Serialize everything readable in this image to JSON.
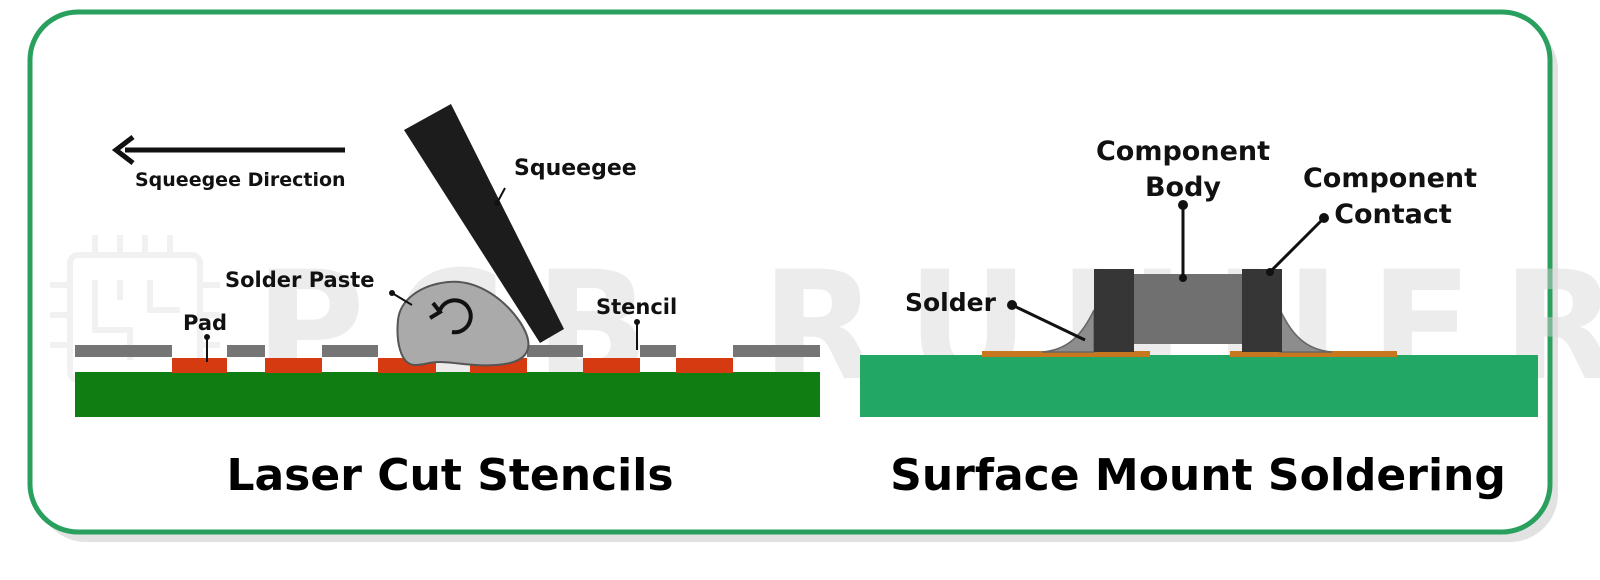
{
  "watermark": "PCB RUNNER",
  "stencil_diagram": {
    "title": "Laser Cut Stencils",
    "direction_label": "Squeegee Direction",
    "squeegee_label": "Squeegee",
    "paste_label": "Solder Paste",
    "pad_label": "Pad",
    "stencil_label": "Stencil"
  },
  "smt_diagram": {
    "title": "Surface Mount Soldering",
    "body_label_line1": "Component",
    "body_label_line2": "Body",
    "contact_label_line1": "Component",
    "contact_label_line2": "Contact",
    "solder_label": "Solder"
  },
  "colors": {
    "frame": "#2aa05f",
    "pcb_left": "#0f7d12",
    "pcb_right": "#22a864",
    "pad": "#d63a10",
    "stencil": "#757575",
    "paste": "#aaaaaa",
    "squeegee": "#1c1c1c",
    "copper": "#c7781f",
    "component_body": "#707070",
    "component_contact": "#363636"
  }
}
